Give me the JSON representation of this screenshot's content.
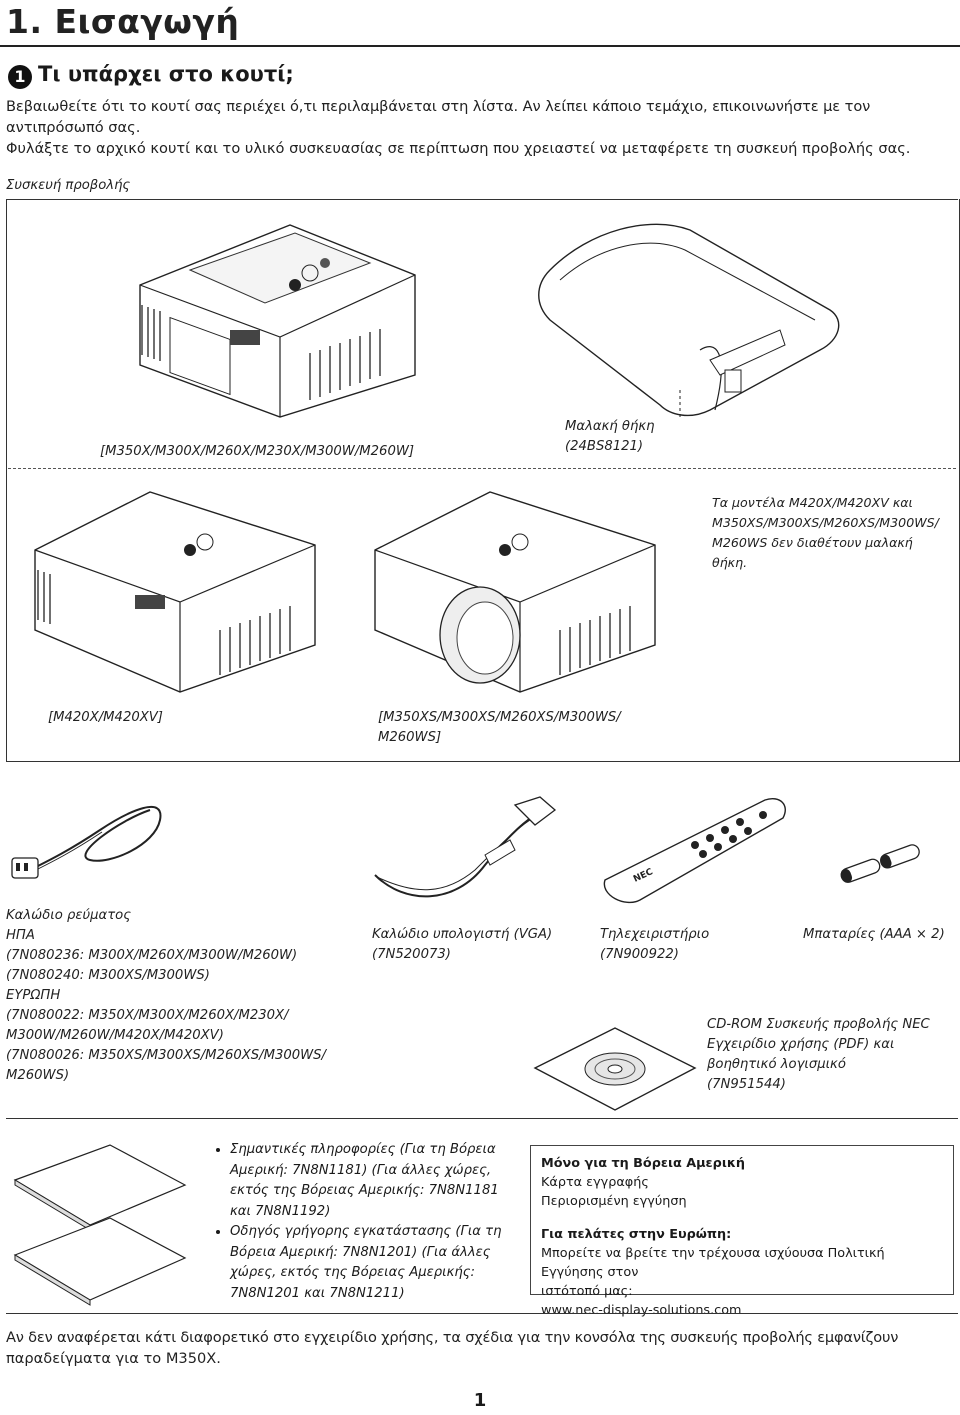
{
  "header": {
    "chapter_title": "1. Εισαγωγή"
  },
  "section": {
    "number": "1",
    "title": "Τι υπάρχει στο κουτί;"
  },
  "intro": {
    "line1": "Βεβαιωθείτε ότι το κουτί σας περιέχει ό,τι περιλαμβάνεται στη λίστα. Αν λείπει κάποιο τεμάχιο, επικοινωνήστε με τον",
    "line2": "αντιπρόσωπό σας.",
    "line3": "Φυλάξτε το αρχικό κουτί και το υλικό συσκευασίας σε περίπτωση που χρειαστεί να μεταφέρετε τη συσκευή προβολής σας."
  },
  "projector_section": {
    "caption": "Συσκευή προβολής",
    "model_a": "[M350X/M300X/M260X/M230X/M300W/M260W]",
    "soft_case_name": "Μαλακή θήκη",
    "soft_case_code": "(24BS8121)",
    "note_lines": [
      "Τα μοντέλα M420X/M420XV και",
      "M350XS/M300XS/M260XS/M300WS/",
      "M260WS δεν διαθέτουν μαλακή",
      "θήκη."
    ],
    "model_b": "[M420X/M420XV]",
    "model_c_line1": "[M350XS/M300XS/M260XS/M300WS/",
    "model_c_line2": "M260WS]"
  },
  "accessories": {
    "power_cable": {
      "lines": [
        "Καλώδιο ρεύματος",
        "ΗΠΑ",
        "(7N080236: M300X/M260X/M300W/M260W)",
        "(7N080240: M300XS/M300WS)",
        "ΕΥΡΩΠΗ",
        "(7N080022: M350X/M300X/M260X/M230X/",
        "M300W/M260W/M420X/M420XV)",
        "(7N080026: M350XS/M300XS/M260XS/M300WS/",
        "M260WS)"
      ]
    },
    "vga_cable": {
      "name": "Καλώδιο υπολογιστή (VGA)",
      "code": "(7N520073)"
    },
    "remote": {
      "name": "Τηλεχειριστήριο",
      "code": "(7N900922)",
      "brand": "NEC"
    },
    "batteries": {
      "name": "Μπαταρίες (AAA × 2)"
    },
    "cdrom": {
      "lines": [
        "CD-ROM Συσκευής προβολής NEC",
        "Εγχειρίδιο χρήσης (PDF) και",
        "βοηθητικό λογισμικό",
        "(7N951544)"
      ]
    }
  },
  "documents": {
    "bullet1_lines": [
      "Σημαντικές πληροφορίες (Για τη Βόρεια",
      "Αμερική: 7N8N1181) (Για άλλες χώρες,",
      "εκτός της Βόρειας Αμερικής: 7N8N1181",
      "και 7N8N1192)"
    ],
    "bullet2_lines": [
      "Οδηγός γρήγορης εγκατάστασης (Για τη",
      "Βόρεια Αμερική: 7N8N1201) (Για άλλες",
      "χώρες, εκτός της Βόρειας Αμερικής:",
      "7N8N1201 και 7N8N1211)"
    ]
  },
  "info_box": {
    "na_heading": "Μόνο για τη Βόρεια Αμερική",
    "na_line1": "Κάρτα εγγραφής",
    "na_line2": "Περιορισμένη εγγύηση",
    "eu_heading": "Για πελάτες στην Ευρώπη:",
    "eu_line1": "Μπορείτε να βρείτε την τρέχουσα ισχύουσα Πολιτική Εγγύησης στον",
    "eu_line2": "ιστότοπό μας:",
    "eu_url": "www.nec-display-solutions.com"
  },
  "footer_note": {
    "line1": "Αν δεν αναφέρεται κάτι διαφορετικό στο εγχειρίδιο χρήσης, τα σχέδια για την κονσόλα της συσκευής προβολής εμφανίζουν",
    "line2": "παραδείγματα για το M350X."
  },
  "page_number": "1"
}
